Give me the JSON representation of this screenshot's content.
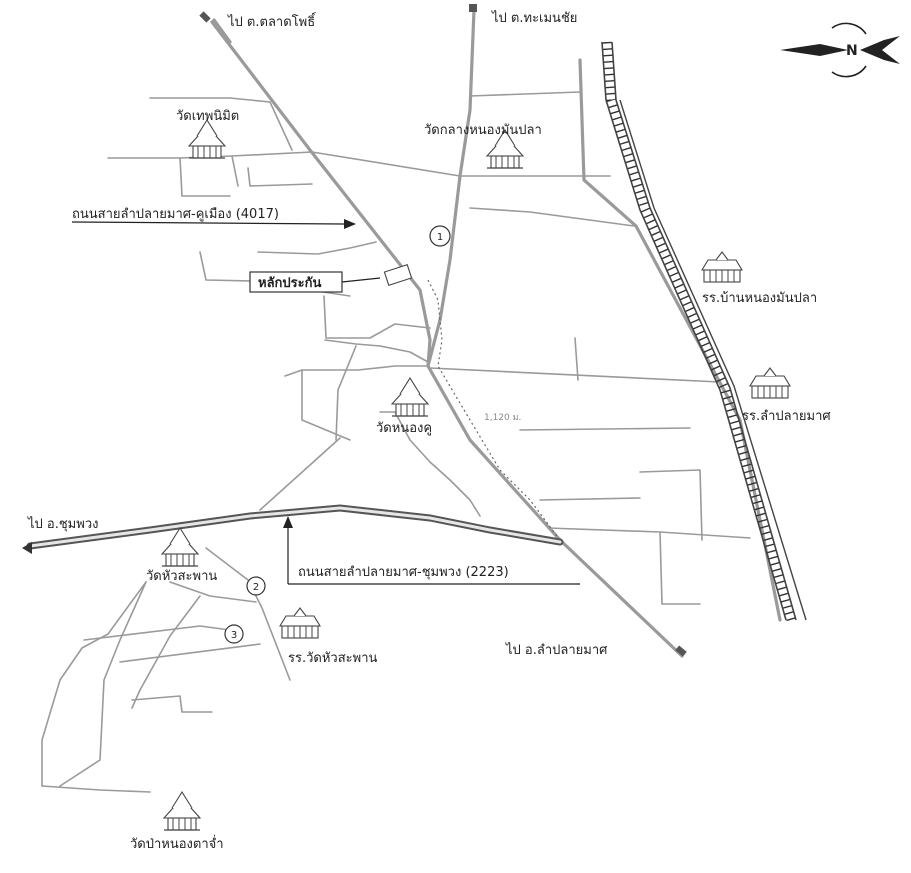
{
  "labels": {
    "to_talad_pho": "ไป ต.ตลาดโพธิ์",
    "to_thame_chai": "ไป ต.ทะเมนชัย",
    "wat_thep_nimit": "วัดเทพนิมิต",
    "wat_klang_nong_man_pla": "วัดกลางหนองมันปลา",
    "road_4017": "ถนนสายลำปลายมาศ-คูเมือง (4017)",
    "lak_prakan": "หลักประกัน",
    "school_nong_man_pla": "รร.บ้านหนองมันปลา",
    "school_lamplaimat": "รร.ลำปลายมาศ",
    "wat_nong_ku": "วัดหนองคู",
    "distance": "1,120 ม.",
    "to_chum_puang": "ไป อ.ชุมพวง",
    "wat_hua_saphan": "วัดหัวสะพาน",
    "road_2223": "ถนนสายลำปลายมาศ-ชุมพวง (2223)",
    "school_wat_hua_saphan": "รร.วัดหัวสะพาน",
    "to_lamplaimat": "ไป อ.ลำปลายมาศ",
    "wat_pa_nong_ta_cham": "วัดป่าหนองตาจ่ำ",
    "compass_letter": "N"
  },
  "markers": [
    "1",
    "2",
    "3"
  ],
  "icons": {
    "temple": "temple-icon",
    "school": "school-icon",
    "compass": "compass-icon"
  },
  "colors": {
    "road": "#9a9a9a",
    "highway": "#555555",
    "railway": "#444444",
    "text": "#222222"
  }
}
